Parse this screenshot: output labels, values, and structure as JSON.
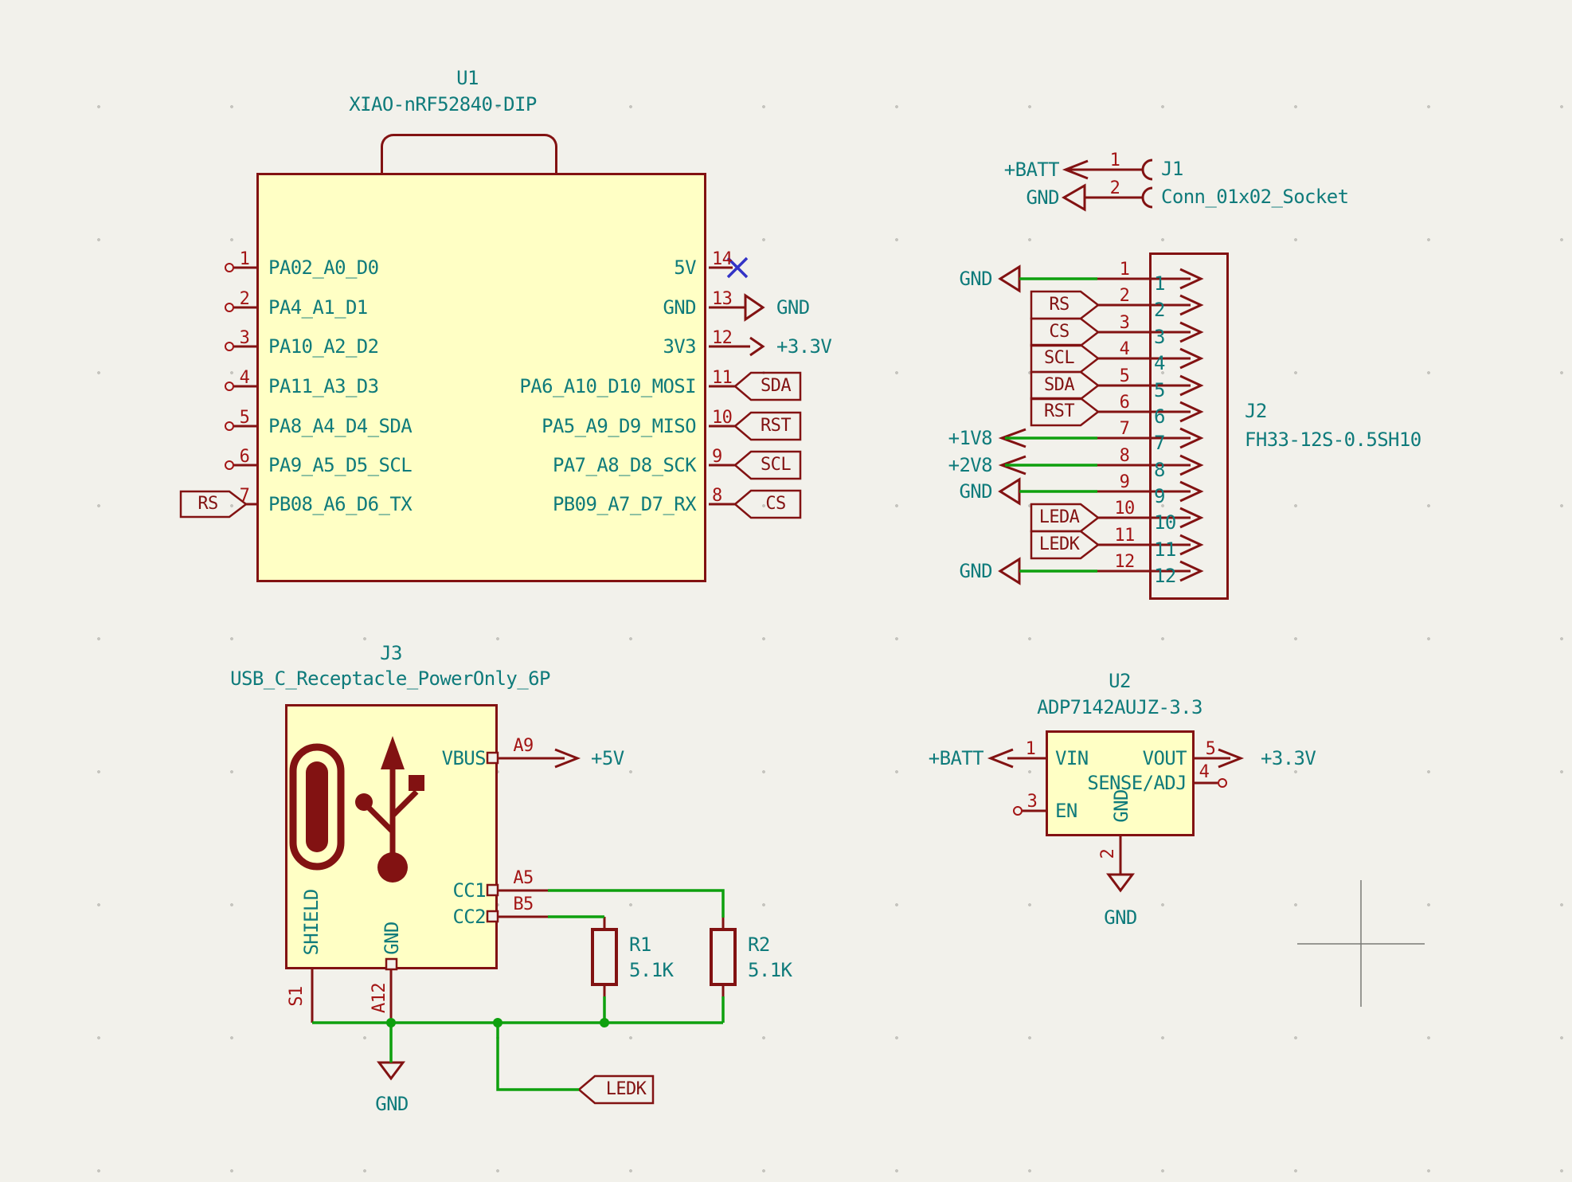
{
  "colors": {
    "background": "#F2F1EB",
    "symbol_outline": "#821212",
    "symbol_fill": "#FFFFC5",
    "pin_name_teal": "#0F7B7B",
    "pin_number_red": "#A31515",
    "wire_green": "#0EA00E",
    "no_connect_blue": "#3333C6"
  },
  "u1": {
    "ref": "U1",
    "value": "XIAO-nRF52840-DIP",
    "left_pins": [
      {
        "num": "1",
        "name": "PA02_A0_D0"
      },
      {
        "num": "2",
        "name": "PA4_A1_D1"
      },
      {
        "num": "3",
        "name": "PA10_A2_D2"
      },
      {
        "num": "4",
        "name": "PA11_A3_D3"
      },
      {
        "num": "5",
        "name": "PA8_A4_D4_SDA"
      },
      {
        "num": "6",
        "name": "PA9_A5_D5_SCL"
      },
      {
        "num": "7",
        "name": "PB08_A6_D6_TX",
        "label": "RS"
      }
    ],
    "right_pins": [
      {
        "num": "14",
        "name": "5V"
      },
      {
        "num": "13",
        "name": "GND",
        "label": "GND"
      },
      {
        "num": "12",
        "name": "3V3",
        "label": "+3.3V"
      },
      {
        "num": "11",
        "name": "PA6_A10_D10_MOSI",
        "label": "SDA"
      },
      {
        "num": "10",
        "name": "PA5_A9_D9_MISO",
        "label": "RST"
      },
      {
        "num": "9",
        "name": "PA7_A8_D8_SCK",
        "label": "SCL"
      },
      {
        "num": "8",
        "name": "PB09_A7_D7_RX",
        "label": "CS"
      }
    ]
  },
  "j1": {
    "ref": "J1",
    "value": "Conn_01x02_Socket",
    "pins": [
      {
        "num": "1",
        "label": "+BATT"
      },
      {
        "num": "2",
        "label": "GND"
      }
    ]
  },
  "j2": {
    "ref": "J2",
    "value": "FH33-12S-0.5SH10",
    "pins": [
      {
        "num": "1",
        "label": "GND"
      },
      {
        "num": "2",
        "label": "RS"
      },
      {
        "num": "3",
        "label": "CS"
      },
      {
        "num": "4",
        "label": "SCL"
      },
      {
        "num": "5",
        "label": "SDA"
      },
      {
        "num": "6",
        "label": "RST"
      },
      {
        "num": "7",
        "label": "+1V8"
      },
      {
        "num": "8",
        "label": "+2V8"
      },
      {
        "num": "9",
        "label": "GND"
      },
      {
        "num": "10",
        "label": "LEDA"
      },
      {
        "num": "11",
        "label": "LEDK"
      },
      {
        "num": "12",
        "label": "GND"
      }
    ]
  },
  "j3": {
    "ref": "J3",
    "value": "USB_C_Receptacle_PowerOnly_6P",
    "vbus": {
      "name": "VBUS",
      "num": "A9",
      "label": "+5V"
    },
    "cc1": {
      "name": "CC1",
      "num": "A5"
    },
    "cc2": {
      "name": "CC2",
      "num": "B5"
    },
    "shield": {
      "name": "SHIELD",
      "num": "S1"
    },
    "gnd": {
      "name": "GND",
      "num": "A12",
      "label": "GND"
    },
    "ledk_label": "LEDK"
  },
  "u2": {
    "ref": "U2",
    "value": "ADP7142AUJZ-3.3",
    "vin": {
      "num": "1",
      "name": "VIN",
      "label": "+BATT"
    },
    "vout": {
      "num": "5",
      "name": "VOUT",
      "label": "+3.3V"
    },
    "sense": {
      "num": "4",
      "name": "SENSE/ADJ"
    },
    "en": {
      "num": "3",
      "name": "EN"
    },
    "gnd": {
      "num": "2",
      "name": "GND",
      "label": "GND"
    }
  },
  "r1": {
    "ref": "R1",
    "value": "5.1K"
  },
  "r2": {
    "ref": "R2",
    "value": "5.1K"
  }
}
